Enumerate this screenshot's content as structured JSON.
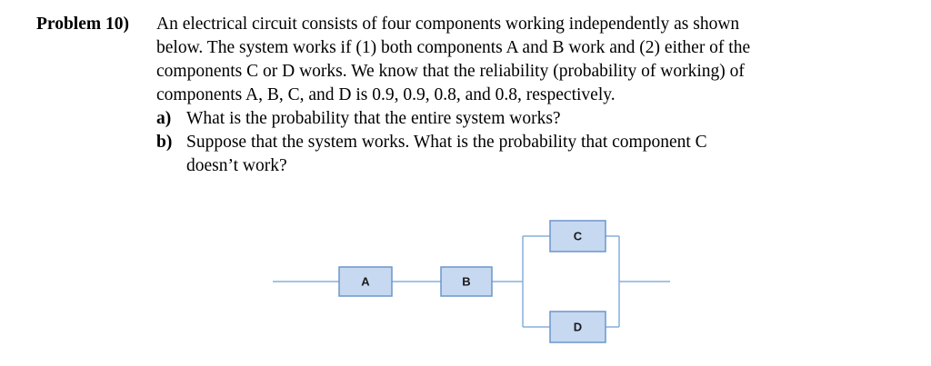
{
  "problem": {
    "label": "Problem 10)",
    "body_lines": [
      "An electrical circuit consists of four components working independently as shown",
      "below. The system works if (1) both components A and B work and (2) either of the",
      "components C or D works. We know that the reliability (probability of working) of",
      "components A, B, C, and D is 0.9, 0.9, 0.8, and 0.8, respectively."
    ],
    "parts": [
      {
        "label": "a)",
        "lines": [
          "What is the probability that the entire system works?"
        ]
      },
      {
        "label": "b)",
        "lines": [
          "Suppose that the system works. What is the probability that component C",
          "doesn’t work?"
        ]
      }
    ]
  },
  "diagram": {
    "components": [
      "A",
      "B",
      "C",
      "D"
    ],
    "colors": {
      "wire": "#85aedd",
      "box_fill": "#c6d9f1",
      "box_border": "#6b96cc",
      "label": "#1a1a1a"
    }
  }
}
